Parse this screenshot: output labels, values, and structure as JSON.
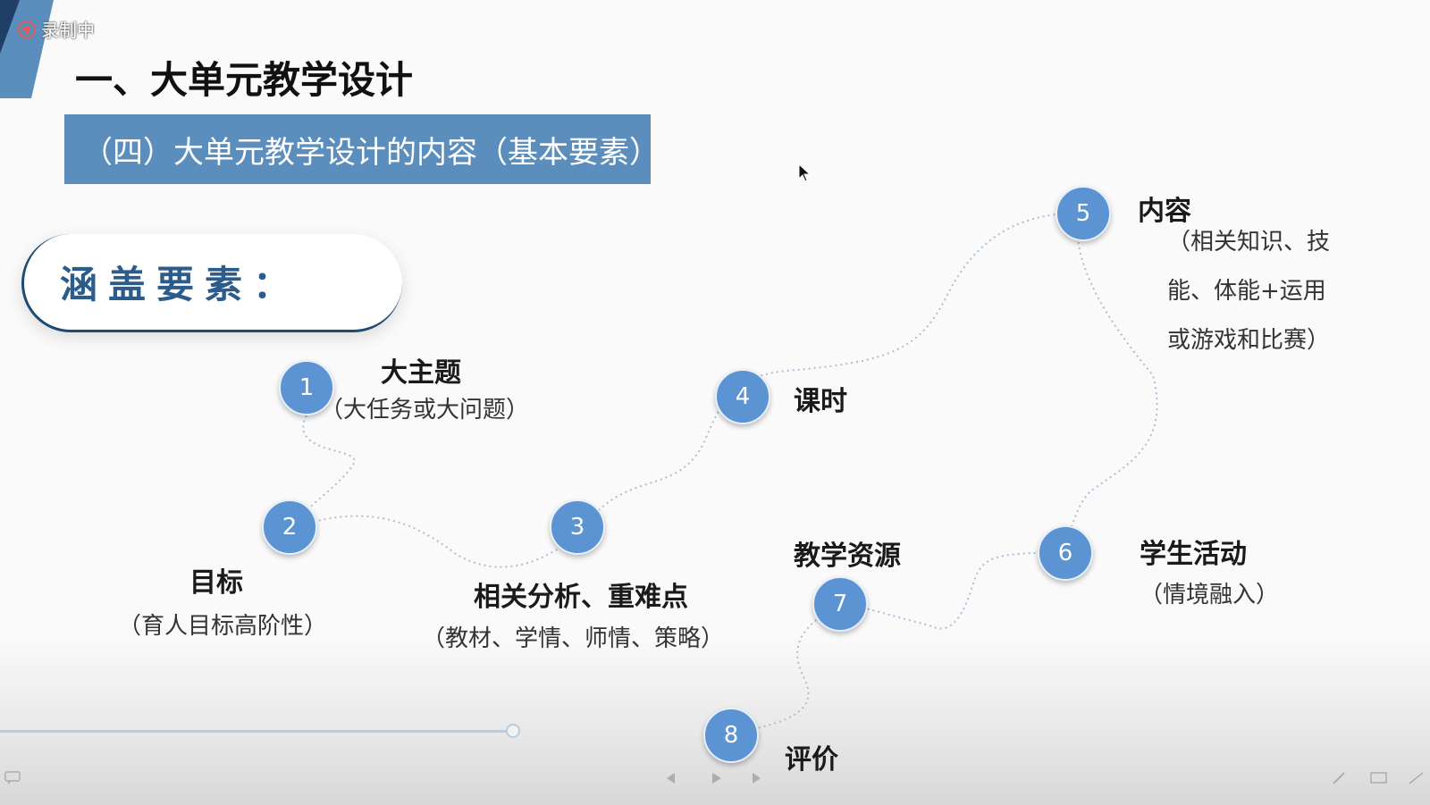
{
  "recording": {
    "label": "录制中"
  },
  "slide": {
    "title": "一、大单元教学设计",
    "section": "（四）大单元教学设计的内容（基本要素）",
    "cover_label": "涵盖要素："
  },
  "steps": [
    {
      "num": "1",
      "title": "大主题",
      "sub": "（大任务或大问题）"
    },
    {
      "num": "2",
      "title": "目标",
      "sub": "（育人目标高阶性）"
    },
    {
      "num": "3",
      "title": "相关分析、重难点",
      "sub": "（教材、学情、师情、策略）"
    },
    {
      "num": "4",
      "title": "课时",
      "sub": ""
    },
    {
      "num": "5",
      "title": "内容",
      "sub_lines": [
        "（相关知识、技",
        "能、体能+运用",
        "或游戏和比赛）"
      ]
    },
    {
      "num": "6",
      "title": "学生活动",
      "sub": "（情境融入）"
    },
    {
      "num": "7",
      "title": "教学资源",
      "sub": ""
    },
    {
      "num": "8",
      "title": "评价",
      "sub": ""
    }
  ],
  "colors": {
    "accent": "#5b8ebd",
    "node": "#5b93d3",
    "dark_blue": "#1f4a72"
  }
}
